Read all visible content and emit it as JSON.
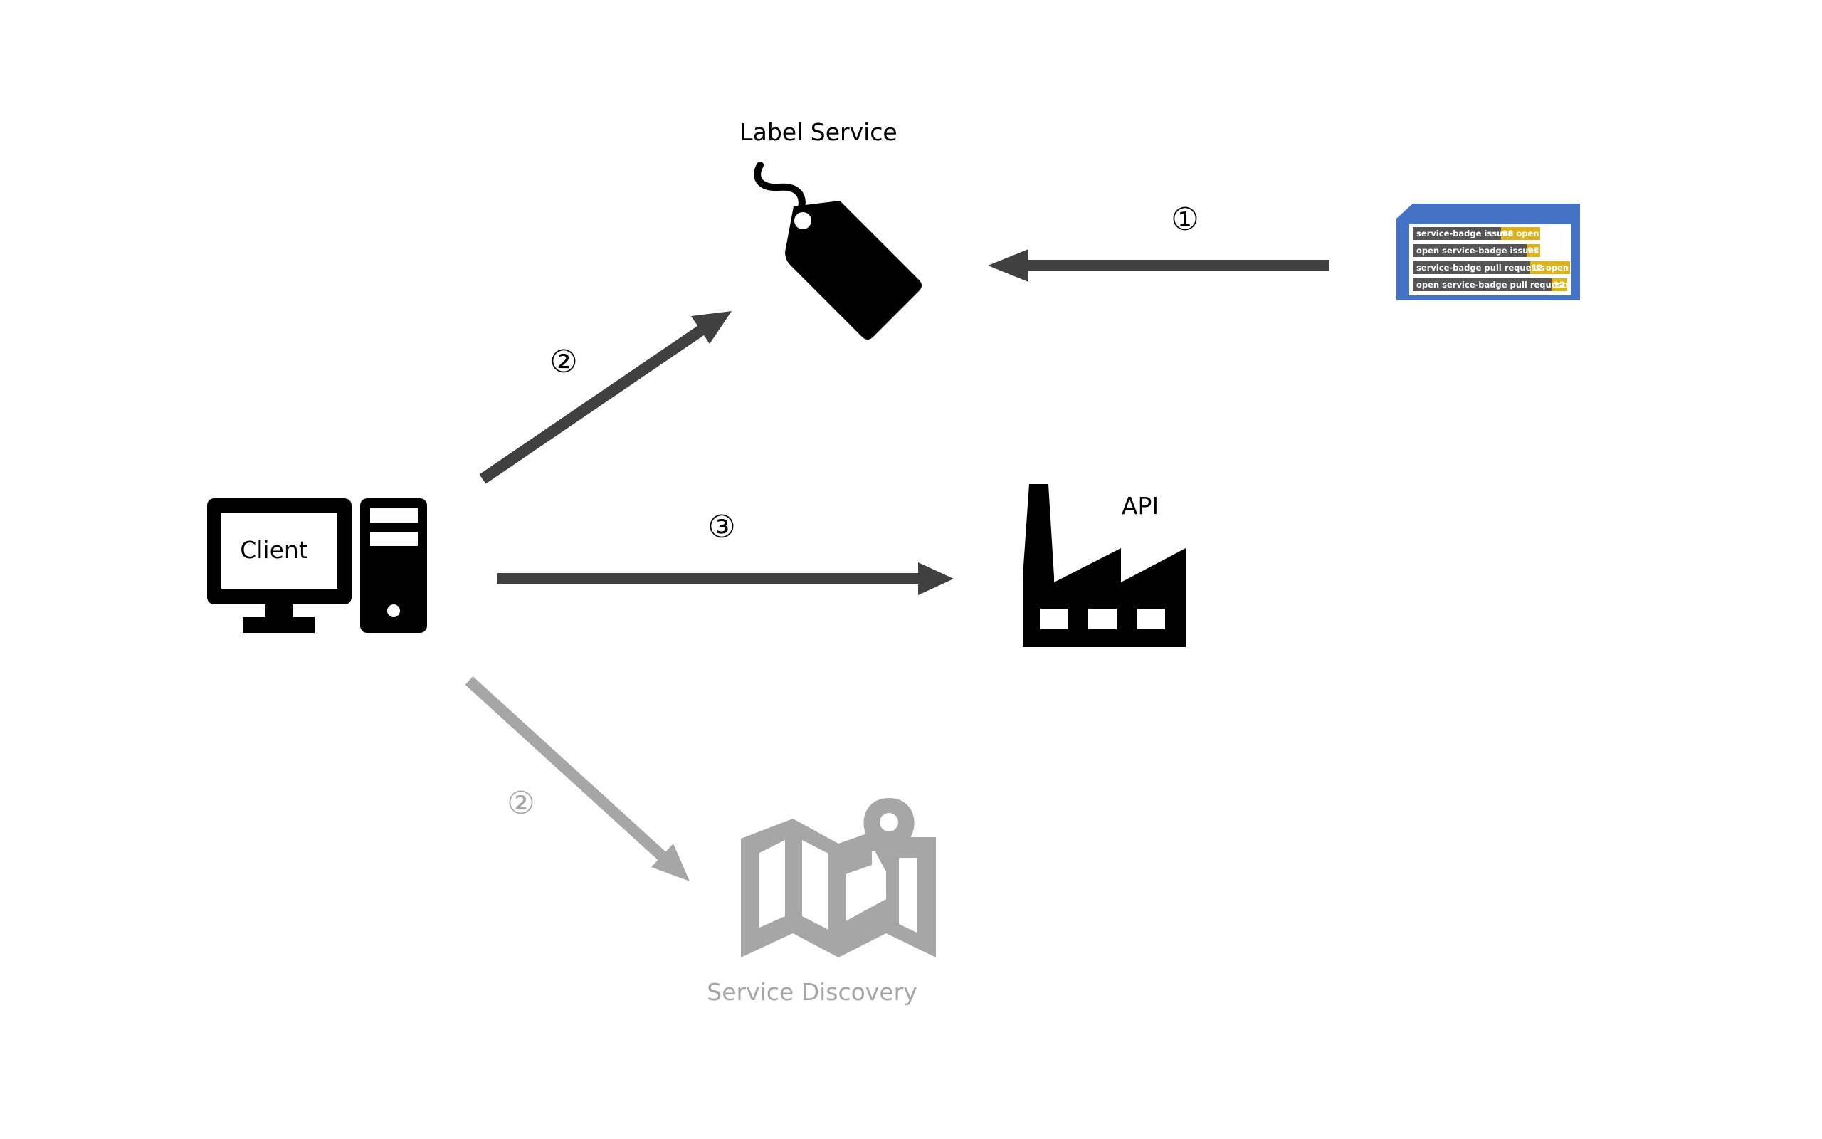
{
  "nodes": {
    "label_service": {
      "label": "Label Service"
    },
    "client": {
      "label": "Client"
    },
    "api": {
      "label": "API"
    },
    "service_discovery": {
      "label": "Service Discovery"
    }
  },
  "steps": {
    "step1": "①",
    "step2": "②",
    "step2_optional": "②",
    "step3": "③"
  },
  "badges": [
    {
      "name": "service-badge issues",
      "value": "98 open"
    },
    {
      "name": "open service-badge issues",
      "value": "97"
    },
    {
      "name": "service-badge pull requests",
      "value": "12 open"
    },
    {
      "name": "open service-badge pull requests",
      "value": "12"
    }
  ],
  "colors": {
    "arrow": "#404040",
    "arrow_muted": "#a6a6a6",
    "icon": "#000000",
    "icon_muted": "#a6a6a6",
    "badge_panel": "#4472c4",
    "badge_label": "#555555",
    "badge_value": "#dfb317"
  }
}
